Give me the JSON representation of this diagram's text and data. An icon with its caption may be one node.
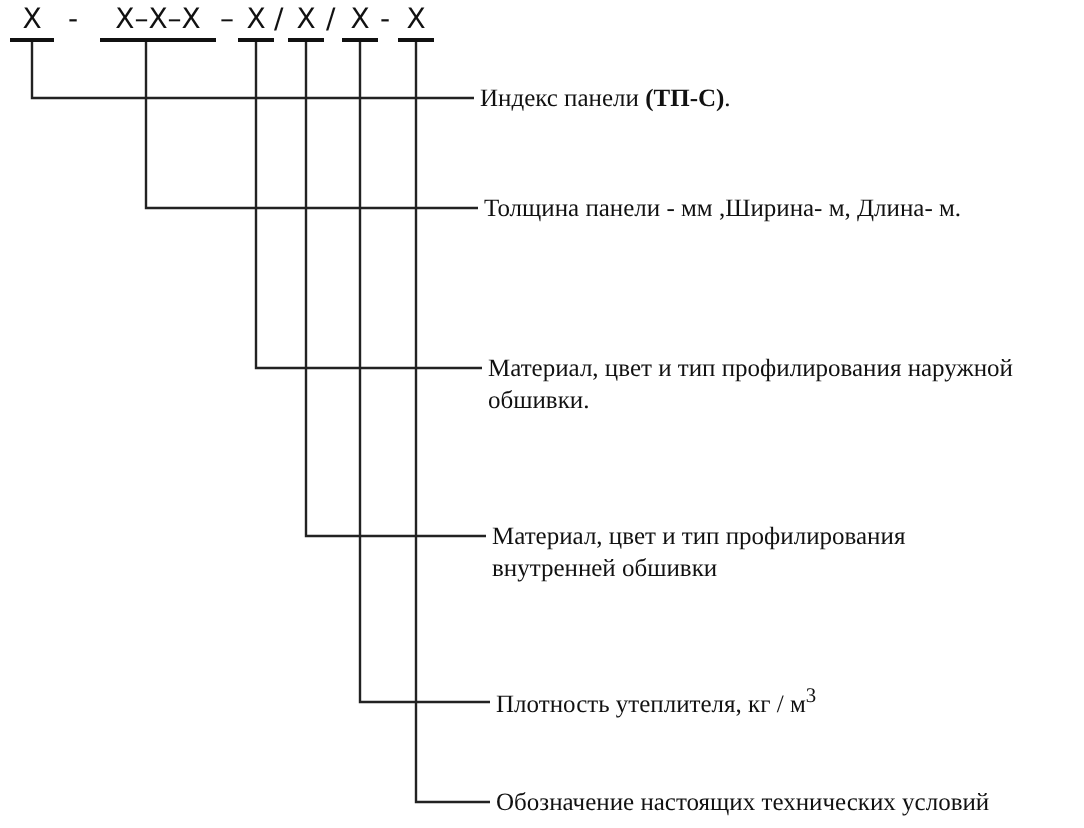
{
  "diagram": {
    "nodes": [
      {
        "text": [
          "X"
        ]
      },
      {
        "text": [
          "X–X–X"
        ]
      },
      {
        "text": [
          "X"
        ]
      },
      {
        "text": [
          "X"
        ]
      },
      {
        "text": [
          "X"
        ]
      },
      {
        "text": [
          "X"
        ]
      },
      {
        "text": [
          "Индекс панели **(ТП-С)**."
        ]
      },
      {
        "text": [
          "Толщина панели -  мм ,Ширина- м,  Длина- м."
        ]
      },
      {
        "text": [
          "Материал, цвет  и тип профилирования наружной обшивки."
        ]
      },
      {
        "text": [
          "Материал, цвет  и тип профилирования внутренней обшивки"
        ]
      },
      {
        "text": [
          "Плотность утеплителя, кг / м$^{3}$"
        ]
      },
      {
        "text": [
          "Обозначение настоящих технических условий"
        ]
      }
    ],
    "edges": [
      {
        "from": 0,
        "to": 6,
        "arrow": "none"
      },
      {
        "from": 1,
        "to": 7,
        "arrow": "none"
      },
      {
        "from": 2,
        "to": 8,
        "arrow": "none"
      },
      {
        "from": 3,
        "to": 9,
        "arrow": "none"
      },
      {
        "from": 4,
        "to": 10,
        "arrow": "none"
      },
      {
        "from": 5,
        "to": 11,
        "arrow": "none"
      }
    ],
    "labels": [
      "-",
      "–",
      "/",
      "/",
      "-"
    ]
  }
}
